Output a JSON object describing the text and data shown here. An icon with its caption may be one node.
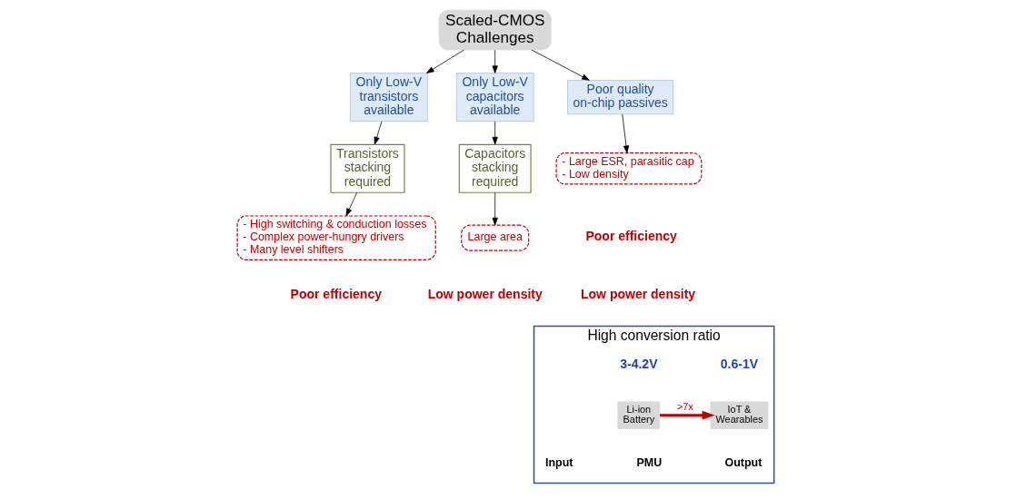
{
  "diagram": {
    "nodes": [
      {
        "text": [
          "Scaled-CMOS Challenges"
        ]
      },
      {
        "text": [
          "Only Low-V transistors available"
        ]
      },
      {
        "text": [
          "Only Low-V capacitors available"
        ]
      },
      {
        "text": [
          "Poor quality on-chip passives"
        ]
      },
      {
        "text": [
          "Transistors stacking required"
        ]
      },
      {
        "text": [
          "Capacitors stacking required"
        ]
      },
      {
        "text": [
          "- High switching & conduction losses",
          "- Complex power-hungry drivers",
          "- Many level shifters"
        ],
        "beside": [
          "Poor efficiency"
        ]
      },
      {
        "text": [
          "Large area"
        ],
        "beside": [
          "Low power density"
        ]
      },
      {
        "text": [
          "- Large ESR, parasitic cap",
          "- Low density"
        ],
        "beside": [
          "Poor efficiency",
          "Low power density"
        ]
      },
      {
        "text": [
          "High conversion ratio"
        ]
      },
      {
        "text": [
          "Li-ion Battery"
        ],
        "in": 9,
        "beside": [
          "3-4.2V"
        ]
      },
      {
        "text": [
          "IoT & Wearables"
        ],
        "in": 9,
        "beside": [
          "0.6-1V"
        ]
      }
    ],
    "edges": [
      {
        "from": 0,
        "to": 1,
        "arrow": "to"
      },
      {
        "from": 0,
        "to": 2,
        "arrow": "to"
      },
      {
        "from": 0,
        "to": 3,
        "arrow": "to"
      },
      {
        "from": 1,
        "to": 4,
        "arrow": "to"
      },
      {
        "from": 2,
        "to": 5,
        "arrow": "to"
      },
      {
        "from": 3,
        "to": 8,
        "arrow": "to"
      },
      {
        "from": 4,
        "to": 6,
        "arrow": "to"
      },
      {
        "from": 5,
        "to": 7,
        "arrow": "to"
      },
      {
        "from": 10,
        "to": 11,
        "arrow": "to",
        "label": ">7x",
        "style": "thick",
        "color": "#c00000"
      }
    ],
    "labels": [
      "Input",
      "PMU",
      "Output"
    ]
  }
}
